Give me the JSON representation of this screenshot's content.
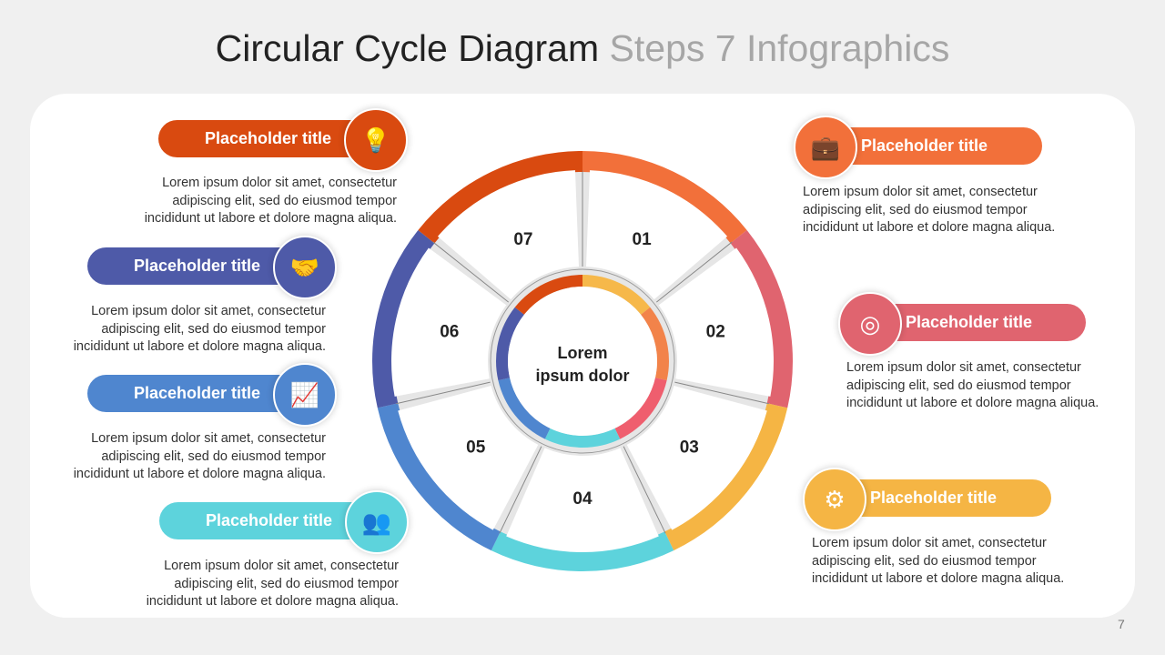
{
  "title": {
    "main": "Circular Cycle Diagram",
    "sub": "Steps 7 Infographics"
  },
  "center_text": {
    "line1": "Lorem",
    "line2": "ipsum dolor"
  },
  "segments": [
    {
      "num": "01",
      "color": "#f2703a",
      "inner": "#f6b84a"
    },
    {
      "num": "02",
      "color": "#e0646f",
      "inner": "#f2834a"
    },
    {
      "num": "03",
      "color": "#f5b544",
      "inner": "#ef5e6e"
    },
    {
      "num": "04",
      "color": "#5dd3dc",
      "inner": "#5dd3dc"
    },
    {
      "num": "05",
      "color": "#4f86cf",
      "inner": "#4f86cf"
    },
    {
      "num": "06",
      "color": "#4e5aa8",
      "inner": "#4e5aa8"
    },
    {
      "num": "07",
      "color": "#d94a10",
      "inner": "#d94a10"
    }
  ],
  "items": [
    {
      "title": "Placeholder title",
      "icon": "briefcase-gear-icon",
      "glyph": "💼",
      "color": "#f2703a",
      "desc": [
        "Lorem ipsum dolor sit amet, consectetur",
        "adipiscing elit, sed do eiusmod tempor",
        "incididunt ut labore et dolore magna aliqua."
      ]
    },
    {
      "title": "Placeholder title",
      "icon": "target-icon",
      "glyph": "◎",
      "color": "#e0646f",
      "desc": [
        "Lorem ipsum dolor sit amet, consectetur",
        "adipiscing elit, sed do eiusmod tempor",
        "incididunt ut labore et dolore magna aliqua."
      ]
    },
    {
      "title": "Placeholder title",
      "icon": "gears-icon",
      "glyph": "⚙",
      "color": "#f5b544",
      "desc": [
        "Lorem ipsum dolor sit amet, consectetur",
        "adipiscing elit, sed do eiusmod tempor",
        "incididunt ut labore et dolore magna aliqua."
      ]
    },
    {
      "title": "Placeholder title",
      "icon": "team-icon",
      "glyph": "👥",
      "color": "#5dd3dc",
      "desc": [
        "Lorem ipsum dolor sit amet, consectetur",
        "adipiscing elit, sed do eiusmod tempor",
        "incididunt ut labore et dolore magna aliqua."
      ]
    },
    {
      "title": "Placeholder title",
      "icon": "growth-chart-icon",
      "glyph": "📈",
      "color": "#4f86cf",
      "desc": [
        "Lorem ipsum dolor sit amet, consectetur",
        "adipiscing elit, sed do eiusmod tempor",
        "incididunt ut labore et dolore magna aliqua."
      ]
    },
    {
      "title": "Placeholder title",
      "icon": "handshake-icon",
      "glyph": "🤝",
      "color": "#4e5aa8",
      "desc": [
        "Lorem ipsum dolor sit amet, consectetur",
        "adipiscing elit, sed do eiusmod tempor",
        "incididunt ut labore et dolore magna aliqua."
      ]
    },
    {
      "title": "Placeholder title",
      "icon": "lightbulb-icon",
      "glyph": "💡",
      "color": "#d94a10",
      "desc": [
        "Lorem ipsum dolor sit amet, consectetur",
        "adipiscing elit, sed do eiusmod tempor",
        "incididunt ut labore et dolore magna aliqua."
      ]
    }
  ],
  "page_number": "7"
}
